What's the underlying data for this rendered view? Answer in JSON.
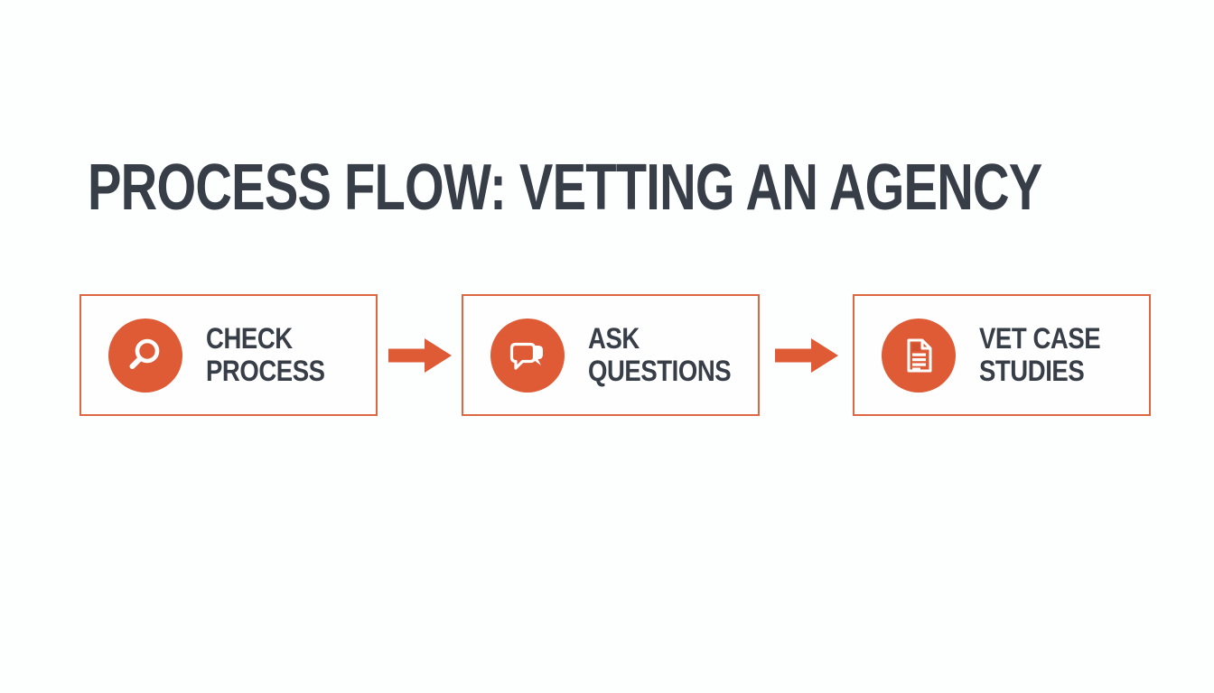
{
  "page": {
    "title": "PROCESS FLOW: VETTING AN AGENCY",
    "background_color": "#FDFEFE"
  },
  "colors": {
    "accent_orange": "#DE5B36",
    "box_border_orange": "#DC6742",
    "heading_text": "#373E48",
    "icon_glyph": "#FFFFFF",
    "document_block": "#CF5130"
  },
  "flow": {
    "connector": "arrow-right",
    "steps": [
      {
        "label": "CHECK\nPROCESS",
        "icon": "magnifier-icon"
      },
      {
        "label": "ASK\nQUESTIONS",
        "icon": "chat-bubbles-icon"
      },
      {
        "label": "VET CASE\nSTUDIES",
        "icon": "document-icon"
      }
    ]
  }
}
